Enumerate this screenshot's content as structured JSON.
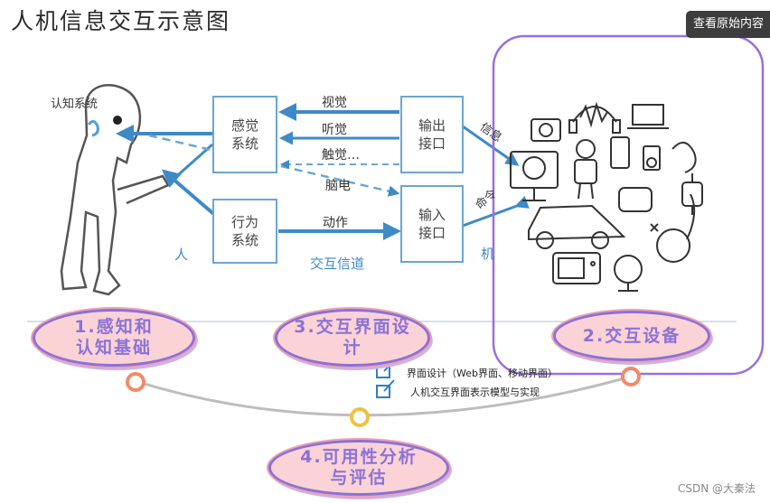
{
  "title": "人机信息交互示意图",
  "view_original_button": "查看原始内容",
  "diagram": {
    "cognitive_label": "认知系统",
    "human_label": "人",
    "machine_label": "机",
    "channel_label": "交互信道",
    "sensory_box": "感觉\n系统",
    "behavior_box": "行为\n系统",
    "output_box": "输出\n接口",
    "input_box": "输入\n接口",
    "arrows": {
      "vision": "视觉",
      "hearing": "听觉",
      "touch": "触觉…",
      "brain": "脑电",
      "action": "动作",
      "info": "信息",
      "command": "命令"
    }
  },
  "topics": [
    {
      "label": "1.感知和\n认知基础"
    },
    {
      "label": "3.交互界面设\n计"
    },
    {
      "label": "2.交互设备"
    },
    {
      "label": "4.可用性分析\n与评估"
    }
  ],
  "notes": [
    "界面设计（Web界面、移动界面）",
    "人机交互界面表示模型与实现"
  ],
  "watermark": "CSDN @大秦法",
  "colors": {
    "accent_blue": "#3e8ac7",
    "oval_fill": "#fbd3d6",
    "oval_text": "#8a72d8",
    "device_frame": "#9a6ee0",
    "node_orange": "#f08a6a",
    "node_yellow": "#f0c040"
  }
}
